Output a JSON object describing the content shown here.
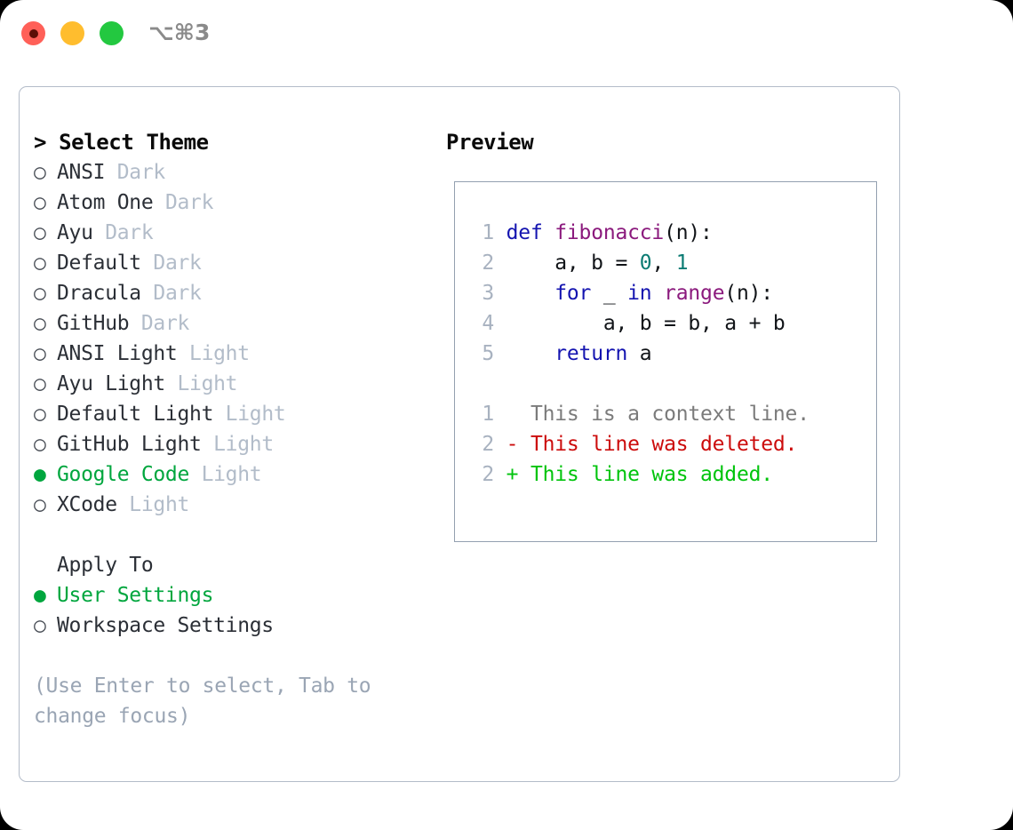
{
  "titlebar": {
    "shortcut": "⌥⌘3",
    "lights": [
      {
        "name": "close",
        "color": "#ff6058"
      },
      {
        "name": "minimize",
        "color": "#ffbd2e"
      },
      {
        "name": "zoom",
        "color": "#23c840"
      }
    ]
  },
  "theme_picker": {
    "header": "> Select Theme",
    "selected_theme": "Google Code",
    "marker_unselected": "○",
    "marker_selected": "●",
    "items": [
      {
        "marker": "○",
        "name": "ANSI",
        "variant": " Dark",
        "selected": false
      },
      {
        "marker": "○",
        "name": "Atom One",
        "variant": " Dark",
        "selected": false
      },
      {
        "marker": "○",
        "name": "Ayu",
        "variant": " Dark",
        "selected": false
      },
      {
        "marker": "○",
        "name": "Default",
        "variant": " Dark",
        "selected": false
      },
      {
        "marker": "○",
        "name": "Dracula",
        "variant": " Dark",
        "selected": false
      },
      {
        "marker": "○",
        "name": "GitHub",
        "variant": " Dark",
        "selected": false
      },
      {
        "marker": "○",
        "name": "ANSI Light",
        "variant": " Light",
        "selected": false
      },
      {
        "marker": "○",
        "name": "Ayu Light",
        "variant": " Light",
        "selected": false
      },
      {
        "marker": "○",
        "name": "Default Light",
        "variant": " Light",
        "selected": false
      },
      {
        "marker": "○",
        "name": "GitHub Light",
        "variant": " Light",
        "selected": false
      },
      {
        "marker": "●",
        "name": "Google Code",
        "variant": " Light",
        "selected": true
      },
      {
        "marker": "○",
        "name": "XCode",
        "variant": " Light",
        "selected": false
      }
    ]
  },
  "apply_to": {
    "header": "Apply To",
    "selected_option": "User Settings",
    "items": [
      {
        "marker": "●",
        "name": "User Settings",
        "selected": true
      },
      {
        "marker": "○",
        "name": "Workspace Settings",
        "selected": false
      }
    ]
  },
  "hint": "(Use Enter to select, Tab to change focus)",
  "preview": {
    "title": "Preview",
    "code_lines": [
      {
        "number": "1",
        "tokens": [
          {
            "text": "def ",
            "kind": "kw"
          },
          {
            "text": "fibonacci",
            "kind": "fn"
          },
          {
            "text": "(n):",
            "kind": "txt"
          }
        ]
      },
      {
        "number": "2",
        "tokens": [
          {
            "text": "    a, b = ",
            "kind": "txt"
          },
          {
            "text": "0",
            "kind": "num"
          },
          {
            "text": ", ",
            "kind": "txt"
          },
          {
            "text": "1",
            "kind": "num"
          }
        ]
      },
      {
        "number": "3",
        "tokens": [
          {
            "text": "    ",
            "kind": "txt"
          },
          {
            "text": "for",
            "kind": "kw"
          },
          {
            "text": " _ ",
            "kind": "txt"
          },
          {
            "text": "in",
            "kind": "kw"
          },
          {
            "text": " ",
            "kind": "txt"
          },
          {
            "text": "range",
            "kind": "fn"
          },
          {
            "text": "(n):",
            "kind": "txt"
          }
        ]
      },
      {
        "number": "4",
        "tokens": [
          {
            "text": "        a, b = b, a + b",
            "kind": "txt"
          }
        ]
      },
      {
        "number": "5",
        "tokens": [
          {
            "text": "    ",
            "kind": "txt"
          },
          {
            "text": "return",
            "kind": "kw"
          },
          {
            "text": " a",
            "kind": "txt"
          }
        ]
      }
    ],
    "diff_lines": [
      {
        "number": "1",
        "sign": "  ",
        "text": "This is a context line.",
        "kind": "ctx"
      },
      {
        "number": "2",
        "sign": "- ",
        "text": "This line was deleted.",
        "kind": "del"
      },
      {
        "number": "2",
        "sign": "+ ",
        "text": "This line was added.",
        "kind": "add"
      }
    ]
  },
  "colors": {
    "accent_green": "#00a63e",
    "keyword": "#1414b0",
    "function": "#8b1a7d",
    "number": "#0b7b73",
    "diff_deleted": "#cc0c0c",
    "diff_added": "#00c40c",
    "muted": "#b2bcc9",
    "border": "#b3bcc9"
  }
}
